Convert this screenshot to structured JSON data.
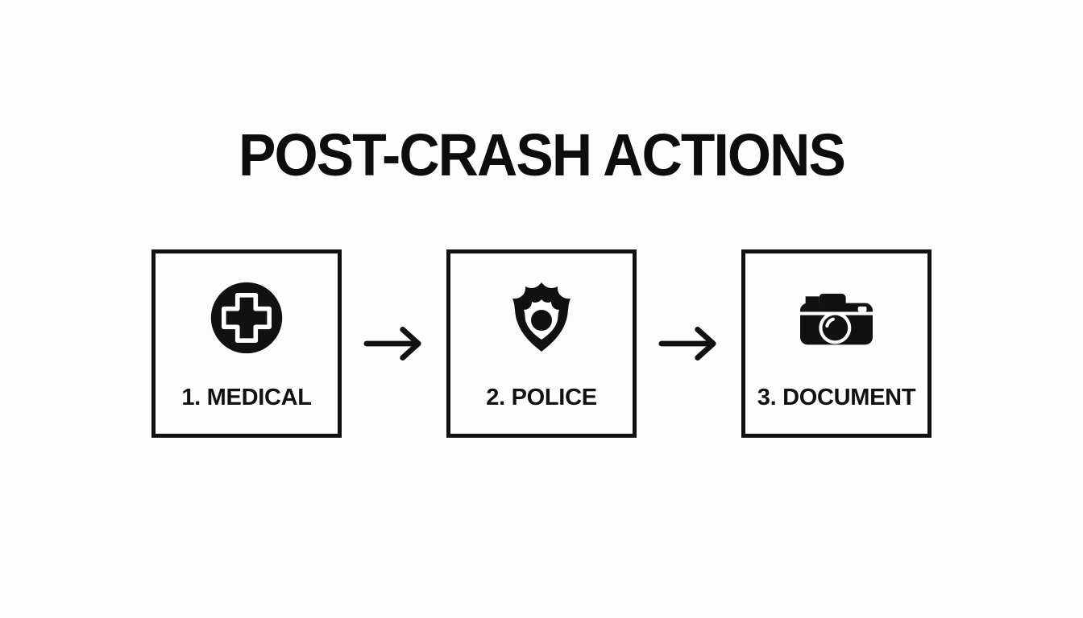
{
  "page": {
    "background_color": "#fdfdfd",
    "ink_color": "#111111"
  },
  "title": "POST-CRASH ACTIONS",
  "flow": {
    "connector": "arrow-right",
    "steps": [
      {
        "label": "1. MEDICAL",
        "icon": "medical-cross-icon"
      },
      {
        "label": "2. POLICE",
        "icon": "police-badge-icon"
      },
      {
        "label": "3. DOCUMENT",
        "icon": "camera-icon"
      }
    ]
  }
}
